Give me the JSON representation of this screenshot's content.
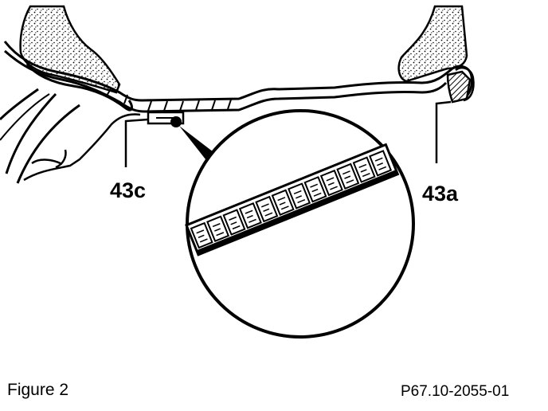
{
  "figure": {
    "labels": {
      "weight_inner": "43c",
      "weight_outer": "43a"
    },
    "caption": "Figure 2",
    "reference": "P67.10-2055-01"
  }
}
